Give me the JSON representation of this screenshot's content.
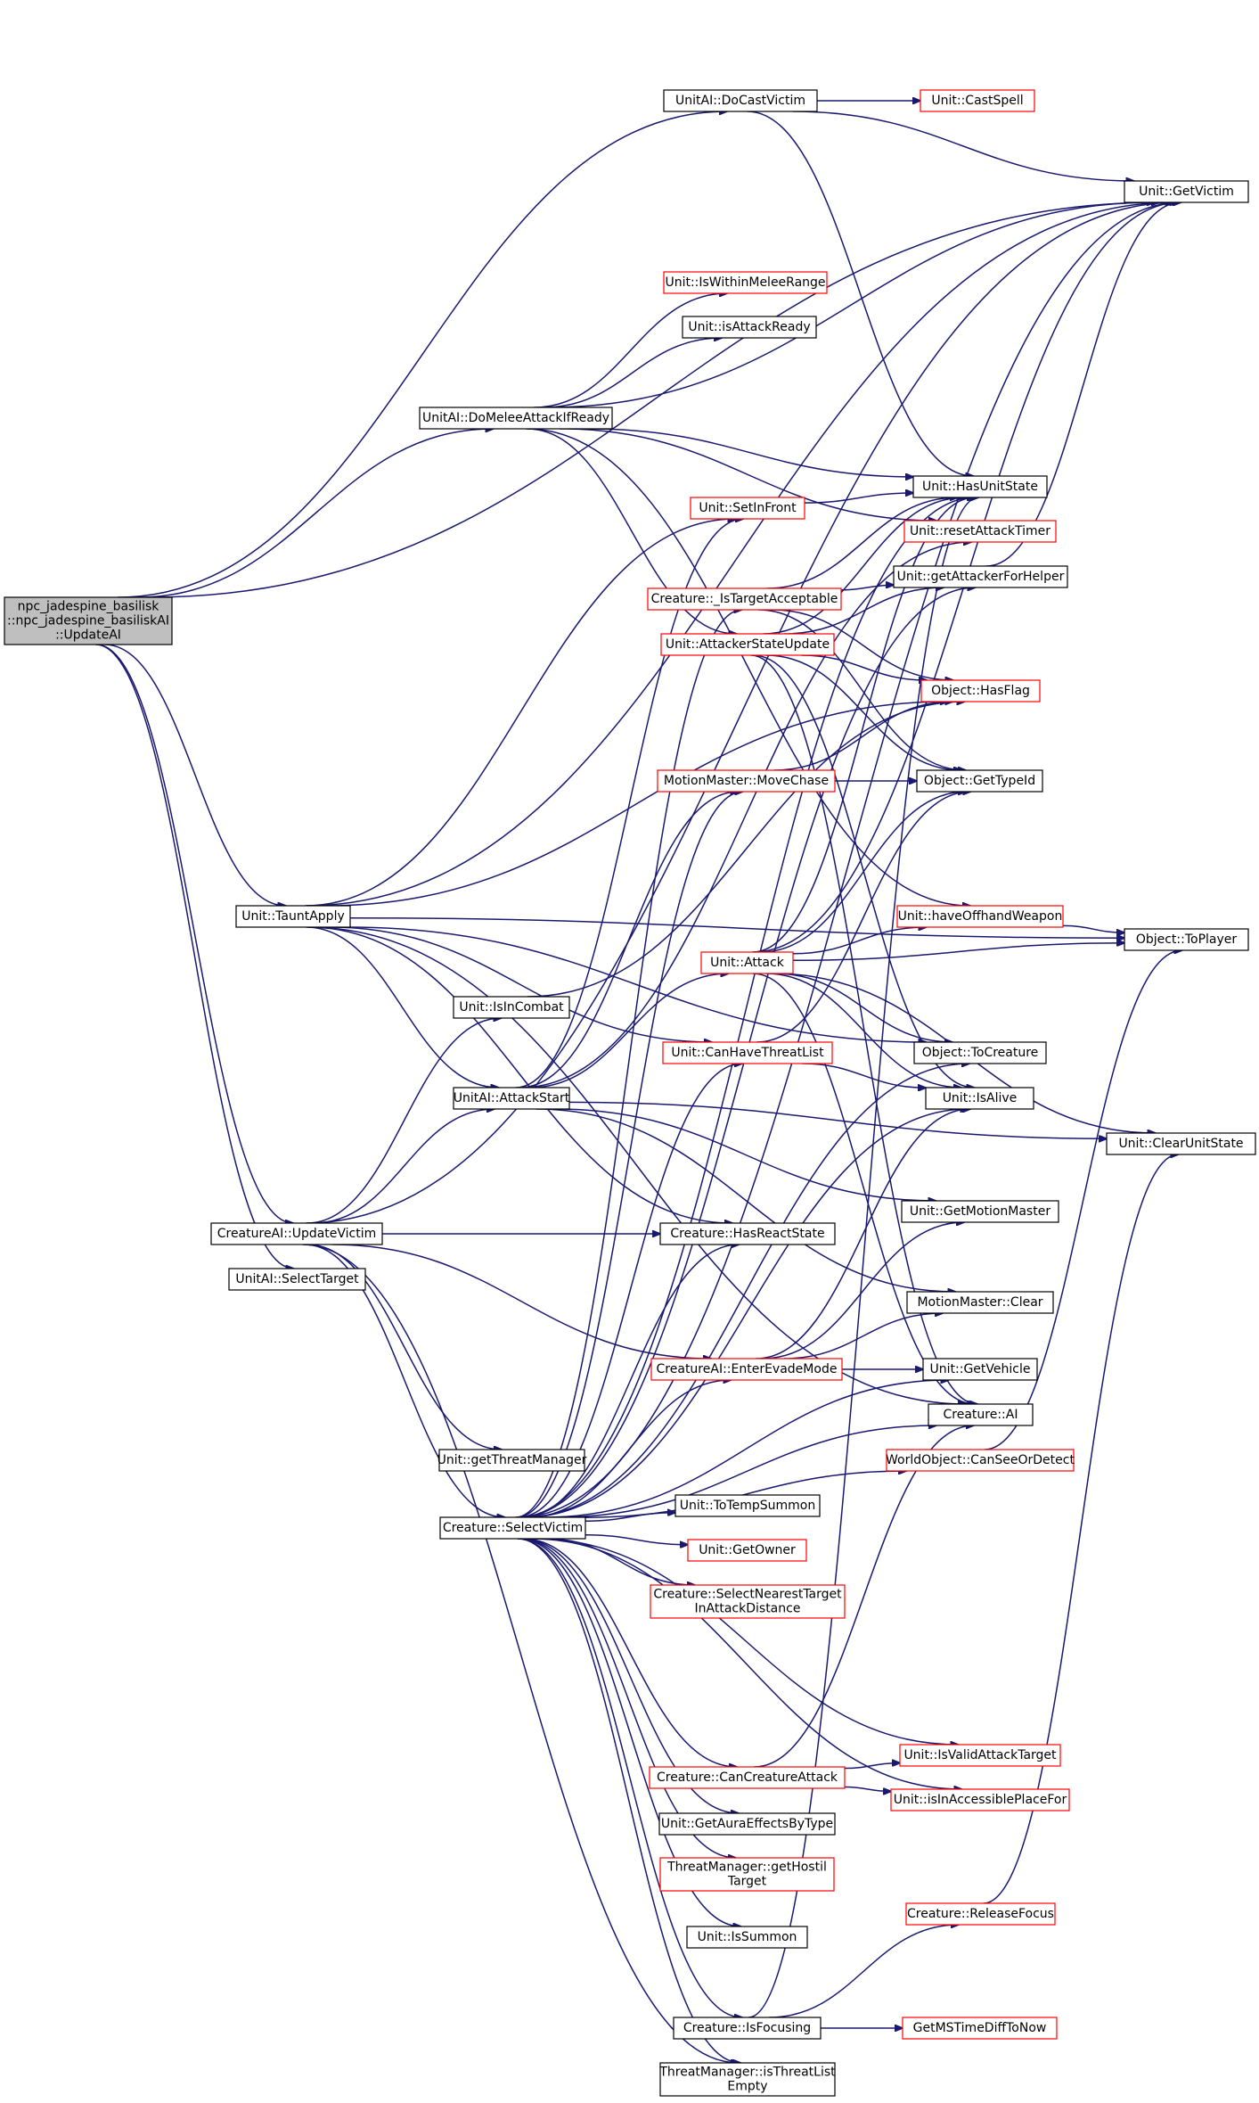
{
  "diagram": {
    "nodes": [
      {
        "id": "root",
        "lines": [
          "npc_jadespine_basilisk",
          "::npc_jadespine_basiliskAI",
          "::UpdateAI"
        ],
        "style": "root"
      },
      {
        "id": "docastvictim",
        "lines": [
          "UnitAI::DoCastVictim"
        ],
        "style": "normal"
      },
      {
        "id": "castspell",
        "lines": [
          "Unit::CastSpell"
        ],
        "style": "red"
      },
      {
        "id": "getvictim",
        "lines": [
          "Unit::GetVictim"
        ],
        "style": "normal"
      },
      {
        "id": "iswithinmelee",
        "lines": [
          "Unit::IsWithinMeleeRange"
        ],
        "style": "red"
      },
      {
        "id": "isattackready",
        "lines": [
          "Unit::isAttackReady"
        ],
        "style": "normal"
      },
      {
        "id": "domelee",
        "lines": [
          "UnitAI::DoMeleeAttackIfReady"
        ],
        "style": "normal"
      },
      {
        "id": "hasunitstate",
        "lines": [
          "Unit::HasUnitState"
        ],
        "style": "normal"
      },
      {
        "id": "setinfront",
        "lines": [
          "Unit::SetInFront"
        ],
        "style": "red"
      },
      {
        "id": "resetattacktimer",
        "lines": [
          "Unit::resetAttackTimer"
        ],
        "style": "red"
      },
      {
        "id": "getattackerforhelper",
        "lines": [
          "Unit::getAttackerForHelper"
        ],
        "style": "normal"
      },
      {
        "id": "istargetacceptable",
        "lines": [
          "Creature::_IsTargetAcceptable"
        ],
        "style": "red"
      },
      {
        "id": "attackerstateupdate",
        "lines": [
          "Unit::AttackerStateUpdate"
        ],
        "style": "red"
      },
      {
        "id": "hasflag",
        "lines": [
          "Object::HasFlag"
        ],
        "style": "red"
      },
      {
        "id": "movechase",
        "lines": [
          "MotionMaster::MoveChase"
        ],
        "style": "red"
      },
      {
        "id": "gettypeid",
        "lines": [
          "Object::GetTypeId"
        ],
        "style": "normal"
      },
      {
        "id": "tauntapply",
        "lines": [
          "Unit::TauntApply"
        ],
        "style": "normal"
      },
      {
        "id": "haveoffhand",
        "lines": [
          "Unit::haveOffhandWeapon"
        ],
        "style": "red"
      },
      {
        "id": "toplayer",
        "lines": [
          "Object::ToPlayer"
        ],
        "style": "normal"
      },
      {
        "id": "attack",
        "lines": [
          "Unit::Attack"
        ],
        "style": "red"
      },
      {
        "id": "isincombat",
        "lines": [
          "Unit::IsInCombat"
        ],
        "style": "normal"
      },
      {
        "id": "canhavethreatlist",
        "lines": [
          "Unit::CanHaveThreatList"
        ],
        "style": "red"
      },
      {
        "id": "tocreature",
        "lines": [
          "Object::ToCreature"
        ],
        "style": "normal"
      },
      {
        "id": "attackstart",
        "lines": [
          "UnitAI::AttackStart"
        ],
        "style": "normal"
      },
      {
        "id": "isalive",
        "lines": [
          "Unit::IsAlive"
        ],
        "style": "normal"
      },
      {
        "id": "clearunitstate",
        "lines": [
          "Unit::ClearUnitState"
        ],
        "style": "normal"
      },
      {
        "id": "getmotionmaster",
        "lines": [
          "Unit::GetMotionMaster"
        ],
        "style": "normal"
      },
      {
        "id": "updatevictim",
        "lines": [
          "CreatureAI::UpdateVictim"
        ],
        "style": "normal"
      },
      {
        "id": "hasreactstate",
        "lines": [
          "Creature::HasReactState"
        ],
        "style": "normal"
      },
      {
        "id": "selecttarget",
        "lines": [
          "UnitAI::SelectTarget"
        ],
        "style": "normal"
      },
      {
        "id": "mmclear",
        "lines": [
          "MotionMaster::Clear"
        ],
        "style": "normal"
      },
      {
        "id": "enterevademode",
        "lines": [
          "CreatureAI::EnterEvadeMode"
        ],
        "style": "red"
      },
      {
        "id": "getvehicle",
        "lines": [
          "Unit::GetVehicle"
        ],
        "style": "normal"
      },
      {
        "id": "creatureai",
        "lines": [
          "Creature::AI"
        ],
        "style": "normal"
      },
      {
        "id": "getthreatmanager",
        "lines": [
          "Unit::getThreatManager"
        ],
        "style": "normal"
      },
      {
        "id": "canseeordetect",
        "lines": [
          "WorldObject::CanSeeOrDetect"
        ],
        "style": "red"
      },
      {
        "id": "totempsummon",
        "lines": [
          "Unit::ToTempSummon"
        ],
        "style": "normal"
      },
      {
        "id": "selectvictim",
        "lines": [
          "Creature::SelectVictim"
        ],
        "style": "normal"
      },
      {
        "id": "getowner",
        "lines": [
          "Unit::GetOwner"
        ],
        "style": "red"
      },
      {
        "id": "selectnearest",
        "lines": [
          "Creature::SelectNearestTarget",
          "InAttackDistance"
        ],
        "style": "red"
      },
      {
        "id": "isvalidattacktarget",
        "lines": [
          "Unit::IsValidAttackTarget"
        ],
        "style": "red"
      },
      {
        "id": "cancreatureattack",
        "lines": [
          "Creature::CanCreatureAttack"
        ],
        "style": "red"
      },
      {
        "id": "isinaccessible",
        "lines": [
          "Unit::isInAccessiblePlaceFor"
        ],
        "style": "red"
      },
      {
        "id": "getauraeffects",
        "lines": [
          "Unit::GetAuraEffectsByType"
        ],
        "style": "normal"
      },
      {
        "id": "gethostiltarget",
        "lines": [
          "ThreatManager::getHostil",
          "Target"
        ],
        "style": "red"
      },
      {
        "id": "issummon",
        "lines": [
          "Unit::IsSummon"
        ],
        "style": "normal"
      },
      {
        "id": "releasefocus",
        "lines": [
          "Creature::ReleaseFocus"
        ],
        "style": "red"
      },
      {
        "id": "isfocusing",
        "lines": [
          "Creature::IsFocusing"
        ],
        "style": "normal"
      },
      {
        "id": "getmstimediff",
        "lines": [
          "GetMSTimeDiffToNow"
        ],
        "style": "red"
      },
      {
        "id": "isthreatlistempty",
        "lines": [
          "ThreatManager::isThreatList",
          "Empty"
        ],
        "style": "normal"
      }
    ],
    "edges": [
      [
        "root",
        "docastvictim"
      ],
      [
        "root",
        "getvictim"
      ],
      [
        "root",
        "domelee"
      ],
      [
        "root",
        "tauntapply"
      ],
      [
        "root",
        "updatevictim"
      ],
      [
        "root",
        "selecttarget"
      ],
      [
        "docastvictim",
        "castspell"
      ],
      [
        "docastvictim",
        "getvictim"
      ],
      [
        "docastvictim",
        "hasunitstate"
      ],
      [
        "domelee",
        "getvictim"
      ],
      [
        "domelee",
        "iswithinmelee"
      ],
      [
        "domelee",
        "isattackready"
      ],
      [
        "domelee",
        "hasunitstate"
      ],
      [
        "domelee",
        "resetattacktimer"
      ],
      [
        "domelee",
        "attackerstateupdate"
      ],
      [
        "domelee",
        "haveoffhand"
      ],
      [
        "tauntapply",
        "getvictim"
      ],
      [
        "tauntapply",
        "setinfront"
      ],
      [
        "tauntapply",
        "hasflag"
      ],
      [
        "tauntapply",
        "toplayer"
      ],
      [
        "tauntapply",
        "canhavethreatlist"
      ],
      [
        "tauntapply",
        "tocreature"
      ],
      [
        "tauntapply",
        "attackstart"
      ],
      [
        "tauntapply",
        "hasreactstate"
      ],
      [
        "tauntapply",
        "creatureai"
      ],
      [
        "updatevictim",
        "getvictim"
      ],
      [
        "updatevictim",
        "isincombat"
      ],
      [
        "updatevictim",
        "attackstart"
      ],
      [
        "updatevictim",
        "hasreactstate"
      ],
      [
        "updatevictim",
        "enterevademode"
      ],
      [
        "updatevictim",
        "getthreatmanager"
      ],
      [
        "updatevictim",
        "selectvictim"
      ],
      [
        "updatevictim",
        "isthreatlistempty"
      ],
      [
        "setinfront",
        "hasunitstate"
      ],
      [
        "istargetacceptable",
        "getattackerforhelper"
      ],
      [
        "istargetacceptable",
        "hasunitstate"
      ],
      [
        "istargetacceptable",
        "hasflag"
      ],
      [
        "istargetacceptable",
        "gettypeid"
      ],
      [
        "attackerstateupdate",
        "hasunitstate"
      ],
      [
        "attackerstateupdate",
        "hasflag"
      ],
      [
        "attackerstateupdate",
        "gettypeid"
      ],
      [
        "attackerstateupdate",
        "getattackerforhelper"
      ],
      [
        "attackerstateupdate",
        "isalive"
      ],
      [
        "attackerstateupdate",
        "creatureai"
      ],
      [
        "getattackerforhelper",
        "getvictim"
      ],
      [
        "movechase",
        "hasflag"
      ],
      [
        "movechase",
        "gettypeid"
      ],
      [
        "haveoffhand",
        "toplayer"
      ],
      [
        "isincombat",
        "hasflag"
      ],
      [
        "attackstart",
        "attack"
      ],
      [
        "attackstart",
        "setinfront"
      ],
      [
        "attackstart",
        "clearunitstate"
      ],
      [
        "attackstart",
        "getmotionmaster"
      ],
      [
        "attackstart",
        "mmclear"
      ],
      [
        "attackstart",
        "movechase"
      ],
      [
        "attackstart",
        "resetattacktimer"
      ],
      [
        "attack",
        "hasunitstate"
      ],
      [
        "attack",
        "gettypeid"
      ],
      [
        "attack",
        "haveoffhand"
      ],
      [
        "attack",
        "toplayer"
      ],
      [
        "attack",
        "tocreature"
      ],
      [
        "attack",
        "isalive"
      ],
      [
        "attack",
        "clearunitstate"
      ],
      [
        "attack",
        "creatureai"
      ],
      [
        "attack",
        "getvictim"
      ],
      [
        "canhavethreatlist",
        "gettypeid"
      ],
      [
        "canhavethreatlist",
        "isalive"
      ],
      [
        "selectvictim",
        "getvictim"
      ],
      [
        "selectvictim",
        "hasunitstate"
      ],
      [
        "selectvictim",
        "istargetacceptable"
      ],
      [
        "selectvictim",
        "tocreature"
      ],
      [
        "selectvictim",
        "isalive"
      ],
      [
        "selectvictim",
        "canhavethreatlist"
      ],
      [
        "selectvictim",
        "hasreactstate"
      ],
      [
        "selectvictim",
        "enterevademode"
      ],
      [
        "selectvictim",
        "getvehicle"
      ],
      [
        "selectvictim",
        "creatureai"
      ],
      [
        "selectvictim",
        "canseeordetect"
      ],
      [
        "selectvictim",
        "totempsummon"
      ],
      [
        "selectvictim",
        "getowner"
      ],
      [
        "selectvictim",
        "selectnearest"
      ],
      [
        "selectvictim",
        "isvalidattacktarget"
      ],
      [
        "selectvictim",
        "cancreatureattack"
      ],
      [
        "selectvictim",
        "isinaccessible"
      ],
      [
        "selectvictim",
        "getauraeffects"
      ],
      [
        "selectvictim",
        "gethostiltarget"
      ],
      [
        "selectvictim",
        "issummon"
      ],
      [
        "selectvictim",
        "isfocusing"
      ],
      [
        "selectvictim",
        "isthreatlistempty"
      ],
      [
        "selectvictim",
        "movechase"
      ],
      [
        "selectvictim",
        "getattackerforhelper"
      ],
      [
        "enterevademode",
        "isalive"
      ],
      [
        "enterevademode",
        "getmotionmaster"
      ],
      [
        "enterevademode",
        "mmclear"
      ],
      [
        "enterevademode",
        "getvehicle"
      ],
      [
        "canseeordetect",
        "toplayer"
      ],
      [
        "cancreatureattack",
        "isvalidattacktarget"
      ],
      [
        "cancreatureattack",
        "isinaccessible"
      ],
      [
        "cancreatureattack",
        "creatureai"
      ],
      [
        "isfocusing",
        "releasefocus"
      ],
      [
        "isfocusing",
        "getmstimediff"
      ],
      [
        "isfocusing",
        "hasunitstate"
      ],
      [
        "releasefocus",
        "clearunitstate"
      ]
    ]
  }
}
